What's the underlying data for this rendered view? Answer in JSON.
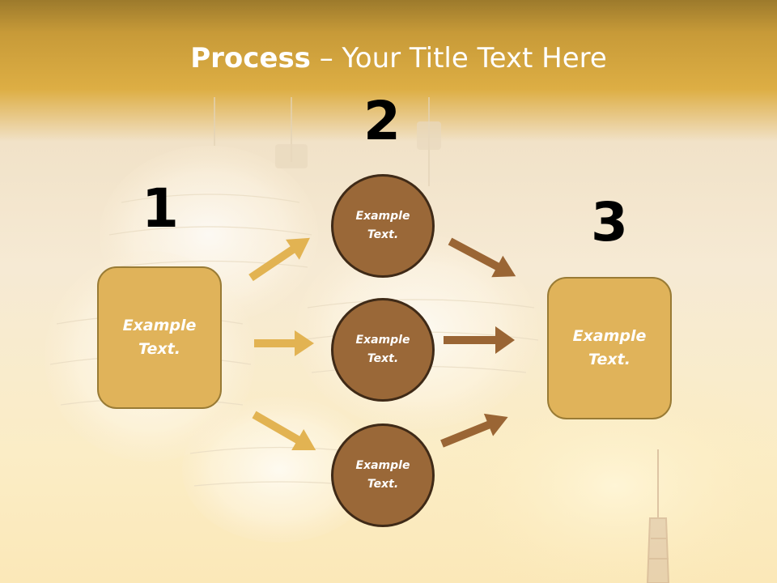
{
  "title": {
    "bold": "Process",
    "rest": " – Your Title Text Here"
  },
  "steps": [
    {
      "number": "1",
      "text": "Example\nText."
    },
    {
      "number": "2",
      "text": "Example\nText."
    },
    {
      "number": "3",
      "text": "Example\nText."
    }
  ],
  "middle": [
    {
      "text": "Example\nText."
    },
    {
      "text": "Example\nText."
    },
    {
      "text": "Example\nText."
    }
  ],
  "colors": {
    "gold_arrow": "#e2b352",
    "brown_arrow": "#9a6534",
    "box_fill": "#e0b35a",
    "circle_fill": "#9a6838"
  }
}
